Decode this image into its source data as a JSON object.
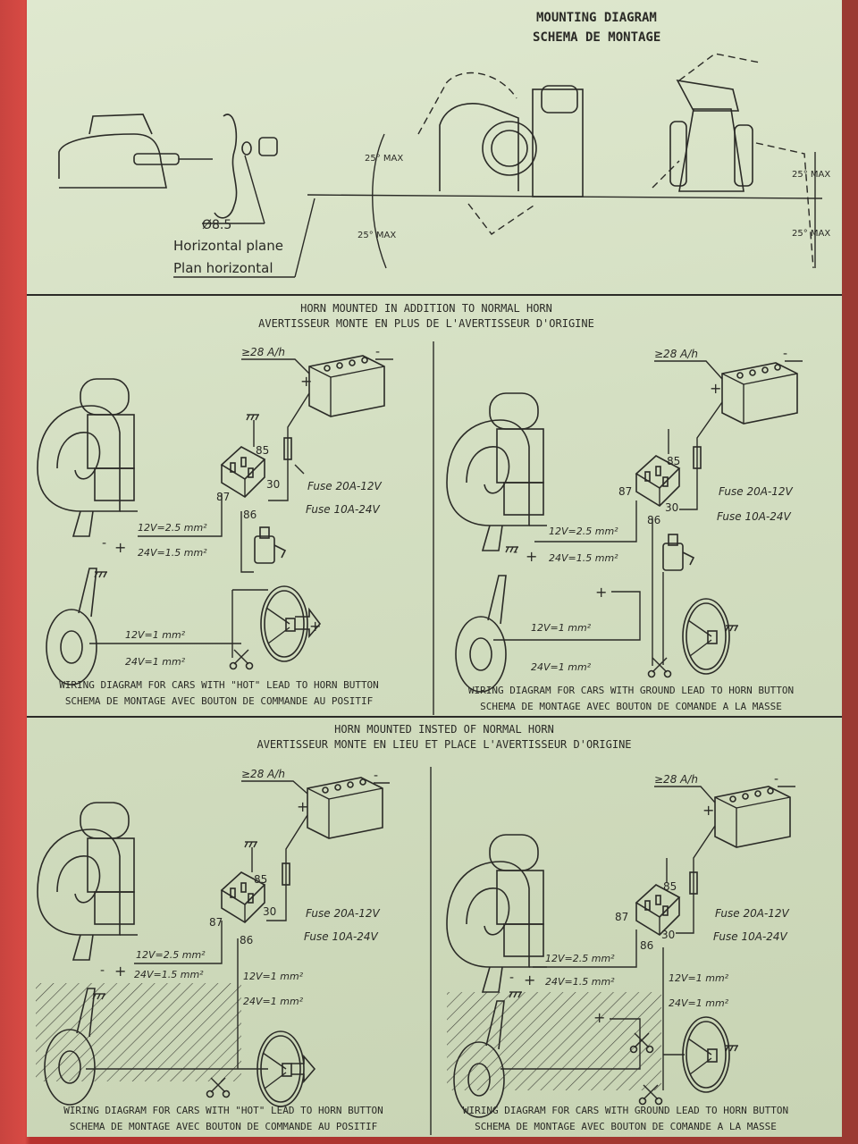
{
  "mounting": {
    "title_en": "MOUNTING DIAGRAM",
    "title_fr": "SCHEMA DE MONTAGE",
    "hole": "Ø8.5",
    "plane_en": "Horizontal plane",
    "plane_fr": "Plan horizontal",
    "angle": "25° MAX"
  },
  "section1": {
    "title_en": "HORN MOUNTED IN ADDITION TO NORMAL HORN",
    "title_fr": "AVERTISSEUR MONTE EN PLUS DE L'AVERTISSEUR D'ORIGINE"
  },
  "section2": {
    "title_en": "HORN MOUNTED INSTED OF NORMAL HORN",
    "title_fr": "AVERTISSEUR MONTE EN LIEU ET PLACE L'AVERTISSEUR D'ORIGINE"
  },
  "labels": {
    "battery": "≥28 A/h",
    "relay_85": "85",
    "relay_87": "87",
    "relay_86": "86",
    "relay_30": "30",
    "fuse12": "Fuse 20A-12V",
    "fuse24": "Fuse 10A-24V",
    "w12_thick": "12V=2.5 mm²",
    "w24_thick": "24V=1.5 mm²",
    "w12_thin": "12V=1 mm²",
    "w24_thin": "24V=1 mm²",
    "plus": "+",
    "minus": "-"
  },
  "captions": {
    "hot_en": "WIRING DIAGRAM FOR CARS WITH \"HOT\" LEAD TO HORN BUTTON",
    "hot_fr": "SCHEMA DE MONTAGE AVEC BOUTON DE COMMANDE AU POSITIF",
    "gnd_en": "WIRING DIAGRAM FOR CARS WITH GROUND LEAD TO HORN BUTTON",
    "gnd_fr": "SCHEMA DE MONTAGE AVEC BOUTON DE COMANDE A LA MASSE"
  },
  "colors": {
    "paper": "#d8e2c8",
    "ink": "#2a2a26",
    "box": "#c8443f"
  }
}
